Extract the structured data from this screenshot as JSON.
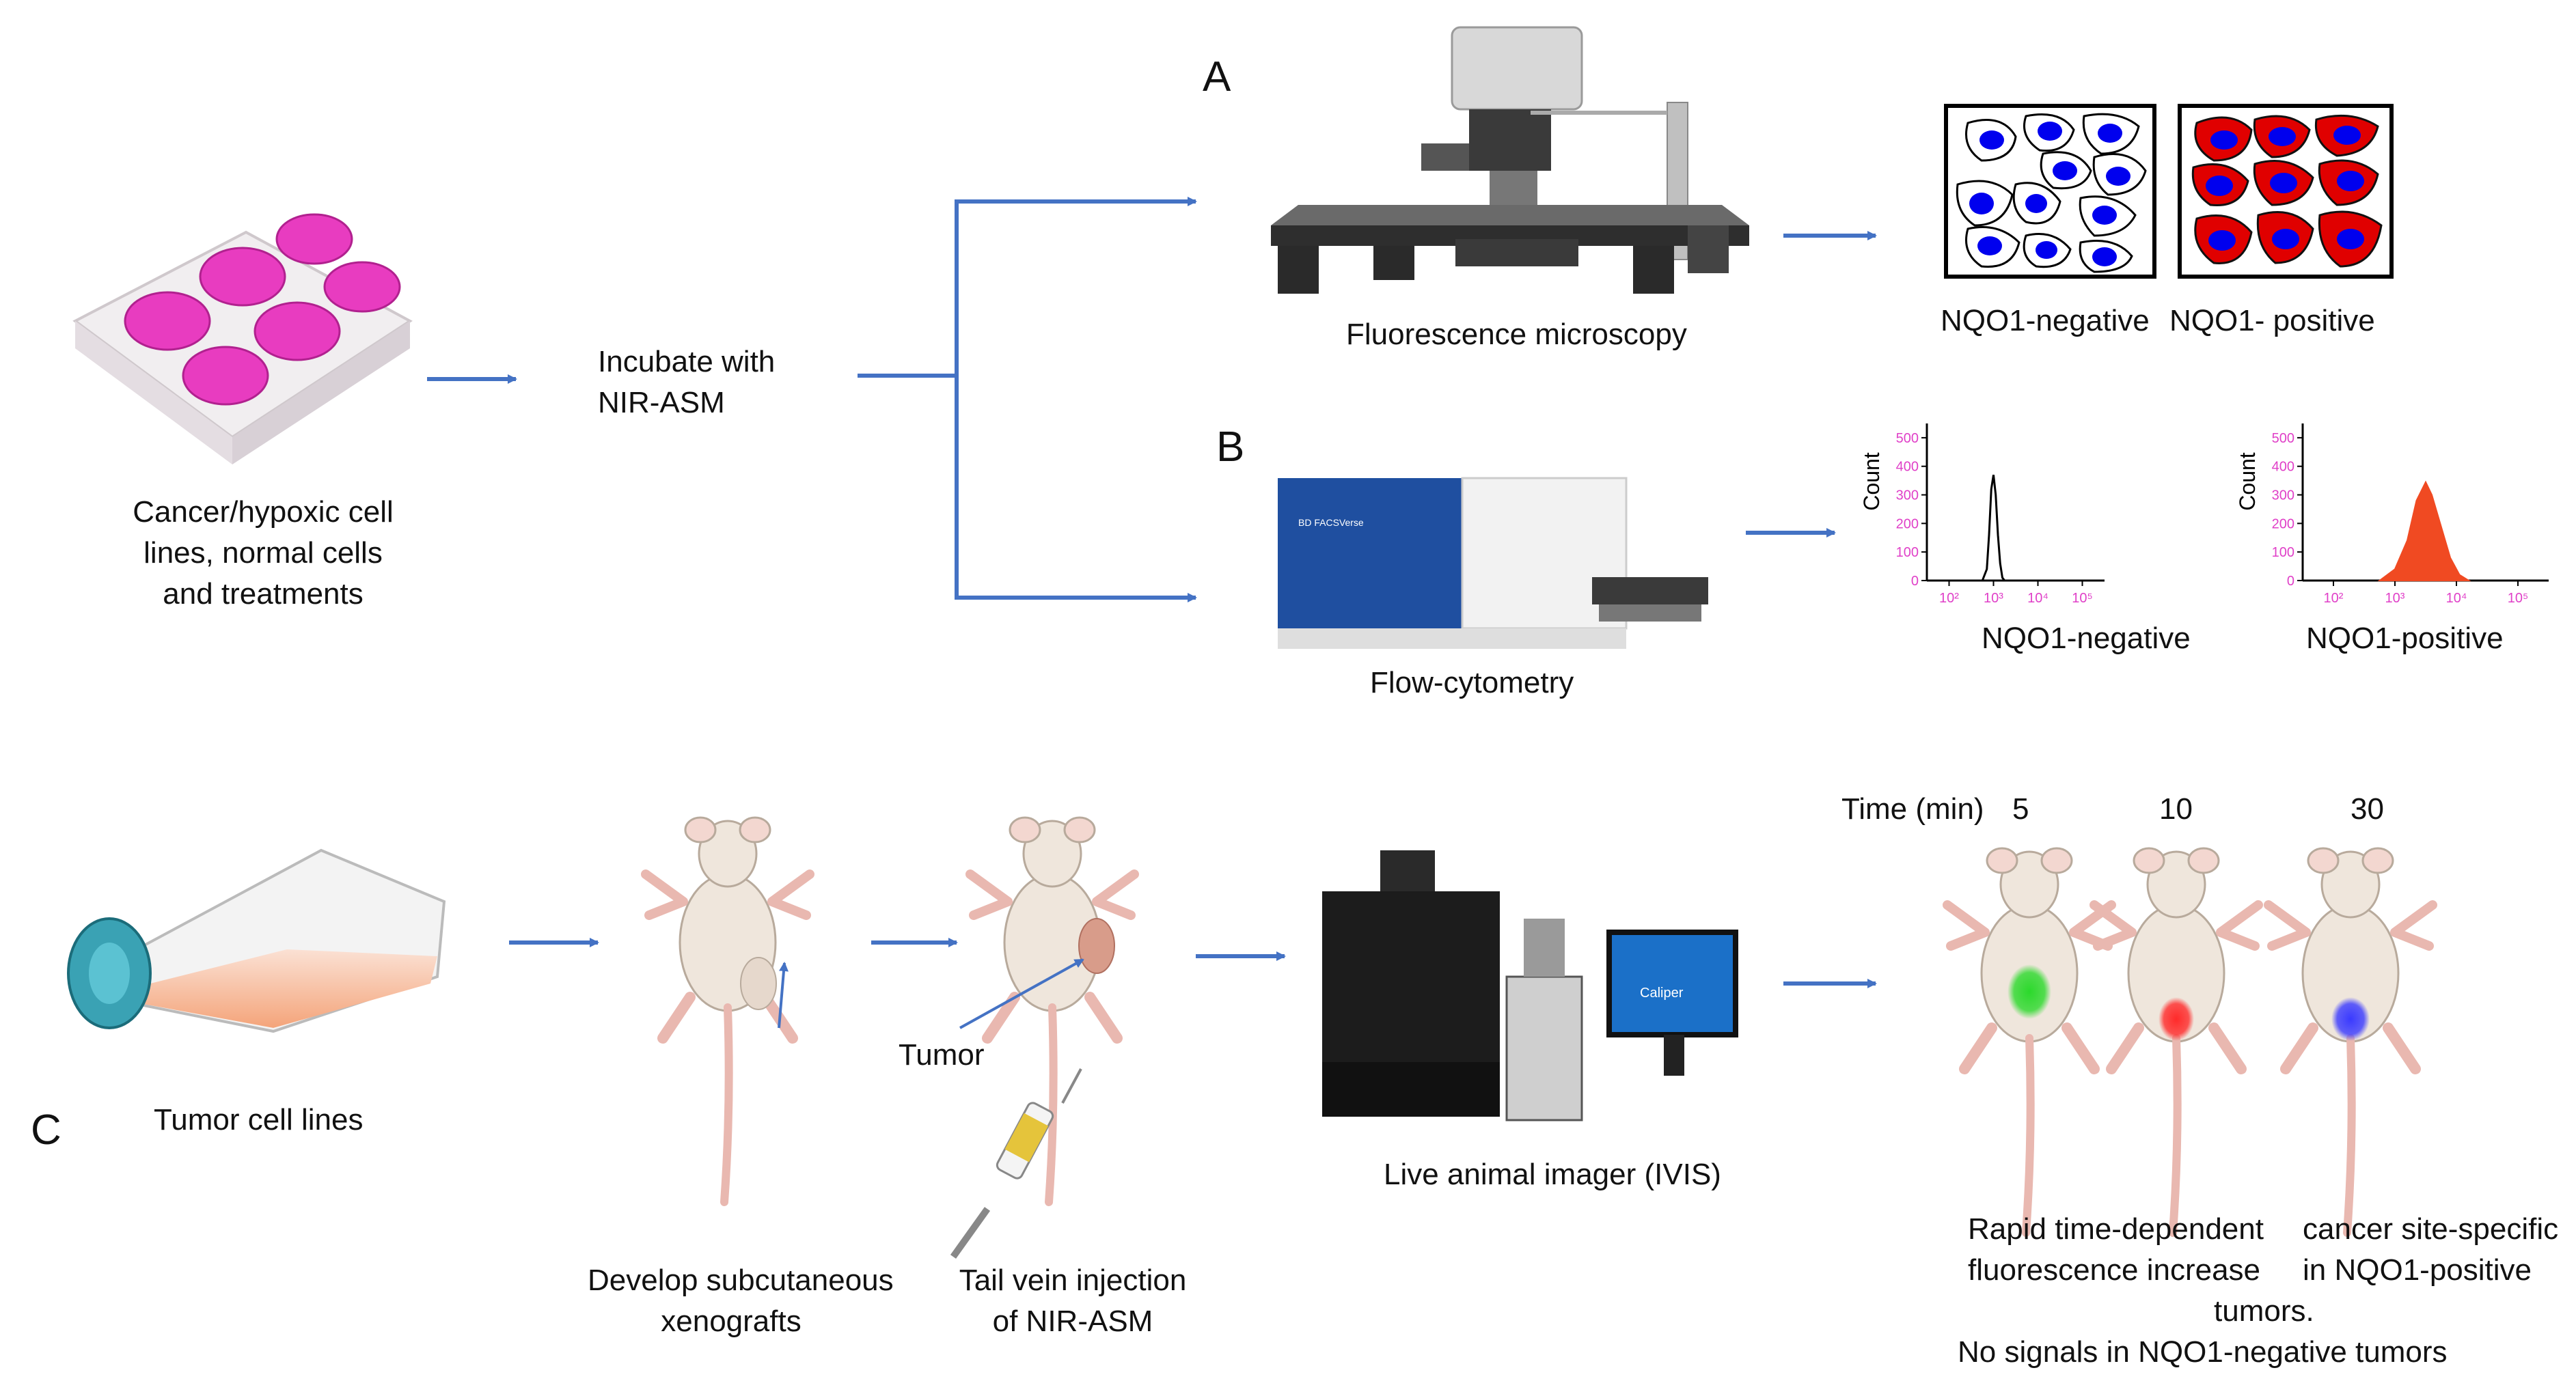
{
  "panels": {
    "a": "A",
    "b": "B",
    "c": "C"
  },
  "left": {
    "caption_lines": [
      "Cancer/hypoxic cell",
      "lines, normal cells",
      " and treatments"
    ],
    "incubate_lines": [
      "Incubate with",
      "NIR-ASM"
    ]
  },
  "panel_a": {
    "microscope_caption": "Fluorescence microscopy",
    "negative_label": "NQO1-negative",
    "positive_label": "NQO1- positive"
  },
  "panel_b": {
    "cytometer_caption": "Flow-cytometry",
    "cytometer_brand": "BD FACSVerse",
    "negative_label": "NQO1-negative",
    "positive_label": "NQO1-positive",
    "count_label": "Count"
  },
  "chart_data": [
    {
      "type": "area",
      "ylabel": "Count",
      "xlabel": "NQO1-negative",
      "xscale": "log",
      "xticks": [
        "10²",
        "10³",
        "10⁴",
        "10⁵"
      ],
      "yticks": [
        0,
        100,
        200,
        300,
        400,
        500
      ],
      "ylim": [
        0,
        550
      ],
      "fill": "none",
      "stroke_color": "#000000",
      "x": [
        2.75,
        2.85,
        2.9,
        2.95,
        3.0,
        3.05,
        3.1,
        3.15,
        3.2,
        3.25
      ],
      "values": [
        0,
        40,
        160,
        320,
        370,
        300,
        160,
        60,
        10,
        0
      ]
    },
    {
      "type": "area",
      "ylabel": "Count",
      "xlabel": "NQO1-positive",
      "xscale": "log",
      "xticks": [
        "10²",
        "10³",
        "10⁴",
        "10⁵"
      ],
      "yticks": [
        0,
        100,
        200,
        300,
        400,
        500
      ],
      "ylim": [
        0,
        550
      ],
      "fill": "#f04a22",
      "x": [
        2.75,
        3.0,
        3.2,
        3.35,
        3.5,
        3.6,
        3.75,
        3.9,
        4.05,
        4.2
      ],
      "values": [
        0,
        40,
        140,
        280,
        345,
        300,
        190,
        80,
        20,
        0
      ]
    }
  ],
  "panel_c": {
    "tumor_cell_caption": "Tumor cell lines",
    "develop_lines": [
      "Develop subcutaneous",
      "xenografts"
    ],
    "injection_lines": [
      "Tail vein injection",
      "of NIR-ASM"
    ],
    "tumor_label": "Tumor",
    "imager_caption": "Live animal imager (IVIS)",
    "imager_brand": "Caliper",
    "time_label": "Time (min)",
    "times": [
      "5",
      "10",
      "30"
    ],
    "result_left_lines": [
      "Rapid time-dependent",
      "fluorescence increase"
    ],
    "result_right_lines": [
      "cancer site-specific",
      "in NQO1-positive"
    ],
    "result_tail_lines": [
      "tumors.",
      "No signals in NQO1-negative tumors"
    ],
    "signal_colors": [
      "#2bd92b",
      "#ff2a2a",
      "#3a3aff"
    ]
  },
  "colors": {
    "arrow": "#4472c4",
    "plate_pink": "#e83cc0",
    "cell_blue": "#0000ee",
    "cell_red": "#e00000",
    "flask_orange": "#f07e4a"
  }
}
